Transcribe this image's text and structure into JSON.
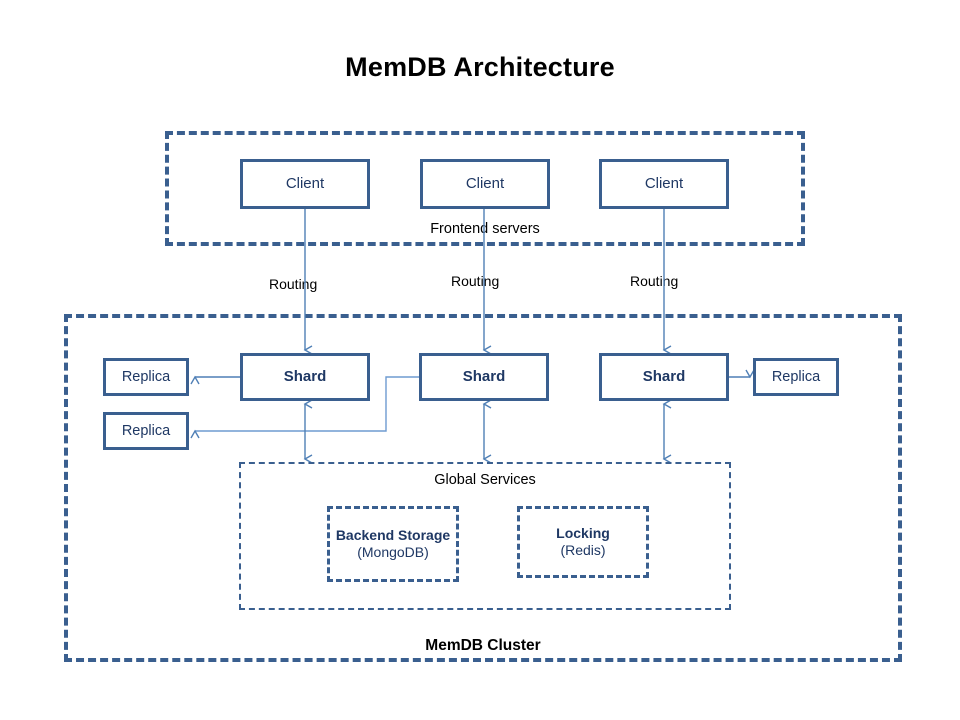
{
  "title": "MemDB Architecture",
  "colors": {
    "line": "#3A5F8F",
    "light_line": "#6E9BD1",
    "text_navy": "#1F3864",
    "text_black": "#000000",
    "background": "#FFFFFF"
  },
  "frontend": {
    "caption": "Frontend servers",
    "clients": [
      {
        "label": "Client"
      },
      {
        "label": "Client"
      },
      {
        "label": "Client"
      }
    ]
  },
  "routing_labels": [
    "Routing",
    "Routing",
    "Routing"
  ],
  "cluster": {
    "caption": "MemDB Cluster",
    "shards": [
      {
        "label": "Shard"
      },
      {
        "label": "Shard"
      },
      {
        "label": "Shard"
      }
    ],
    "replicas": [
      {
        "label": "Replica"
      },
      {
        "label": "Replica"
      },
      {
        "label": "Replica"
      }
    ],
    "global_services": {
      "caption": "Global Services",
      "services": [
        {
          "title": "Backend Storage",
          "subtitle": "(MongoDB)"
        },
        {
          "title": "Locking",
          "subtitle": "(Redis)"
        }
      ]
    }
  }
}
